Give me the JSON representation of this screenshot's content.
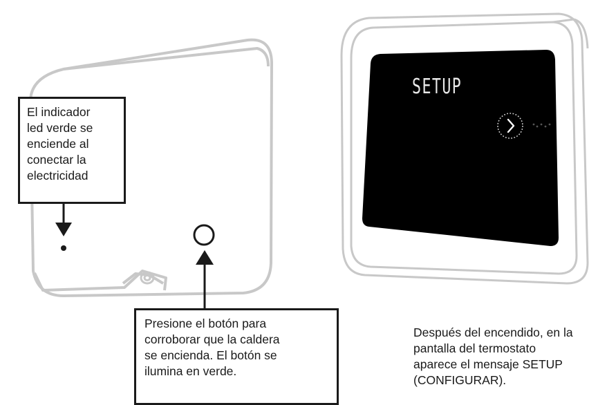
{
  "led_callout": {
    "lines": [
      "El indicador",
      "led verde se",
      "enciende al",
      "conectar la",
      "electricidad"
    ]
  },
  "button_callout": {
    "lines": [
      "Presione el botón para",
      "corroborar que la caldera",
      "se encienda. El botón se",
      "ilumina en verde."
    ]
  },
  "thermostat_screen": {
    "text": "SETUP",
    "next_icon": "chevron-right-icon"
  },
  "caption": {
    "lines": [
      "Después del encendido, en la",
      "pantalla del termostato",
      "aparece el mensaje SETUP",
      "(CONFIGURAR)."
    ]
  },
  "colors": {
    "outline": "#c8c8c8",
    "screen": "#000000",
    "border": "#1a1a1a"
  }
}
